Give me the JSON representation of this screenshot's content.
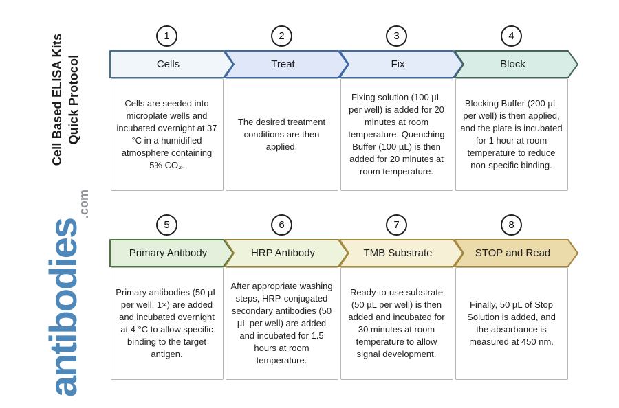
{
  "sidebar": {
    "title_line1": "Cell Based ELISA Kits",
    "title_line2": "Quick Protocol",
    "logo_word": "antibodies",
    "logo_suffix": ".com",
    "logo_color": "#4e87ba",
    "logo_suffix_color": "#8e9196",
    "title_color": "#1b1b1b"
  },
  "style": {
    "circle_border": "#222222",
    "box_border": "#b5b5b5",
    "background": "#ffffff"
  },
  "steps": [
    {
      "number": "1",
      "title": "Cells",
      "description": "Cells are seeded into microplate wells and incubated overnight at 37 °C in a humidified atmosphere containing 5% CO₂.",
      "fill": "#f1f6fb",
      "border": "#4a708f"
    },
    {
      "number": "2",
      "title": "Treat",
      "description": "The desired treatment conditions are then applied.",
      "fill": "#dfe7f8",
      "border": "#3f69a0"
    },
    {
      "number": "3",
      "title": "Fix",
      "description": "Fixing solution (100 µL per well) is added for 20 minutes at room temperature. Quenching Buffer (100 µL) is then added for 20 minutes at room temperature.",
      "fill": "#e4ecf9",
      "border": "#3f69a0"
    },
    {
      "number": "4",
      "title": "Block",
      "description": "Blocking Buffer (200 µL per well) is then applied, and the plate is incubated for 1 hour at room temperature to reduce non-specific binding.",
      "fill": "#d8ede5",
      "border": "#44655a"
    },
    {
      "number": "5",
      "title": "Primary Antibody",
      "description": "Primary antibodies (50 µL per well, 1×) are added and incubated overnight at 4 °C to allow specific binding to the target antigen.",
      "fill": "#e4f0dc",
      "border": "#4d7540"
    },
    {
      "number": "6",
      "title": "HRP Antibody",
      "description": "After appropriate washing steps, HRP-conjugated secondary antibodies (50 µL per well) are added and incubated for 1.5 hours at room temperature.",
      "fill": "#eef3dc",
      "border": "#98823b"
    },
    {
      "number": "7",
      "title": "TMB Substrate",
      "description": "Ready-to-use substrate (50 µL per well) is then added and incubated for 30 minutes at room temperature to allow signal development.",
      "fill": "#f6f1d6",
      "border": "#a98d41"
    },
    {
      "number": "8",
      "title": "STOP and Read",
      "description": "Finally, 50 µL of Stop Solution is added, and the absorbance is measured at 450 nm.",
      "fill": "#ebdbab",
      "border": "#a5853e"
    }
  ]
}
